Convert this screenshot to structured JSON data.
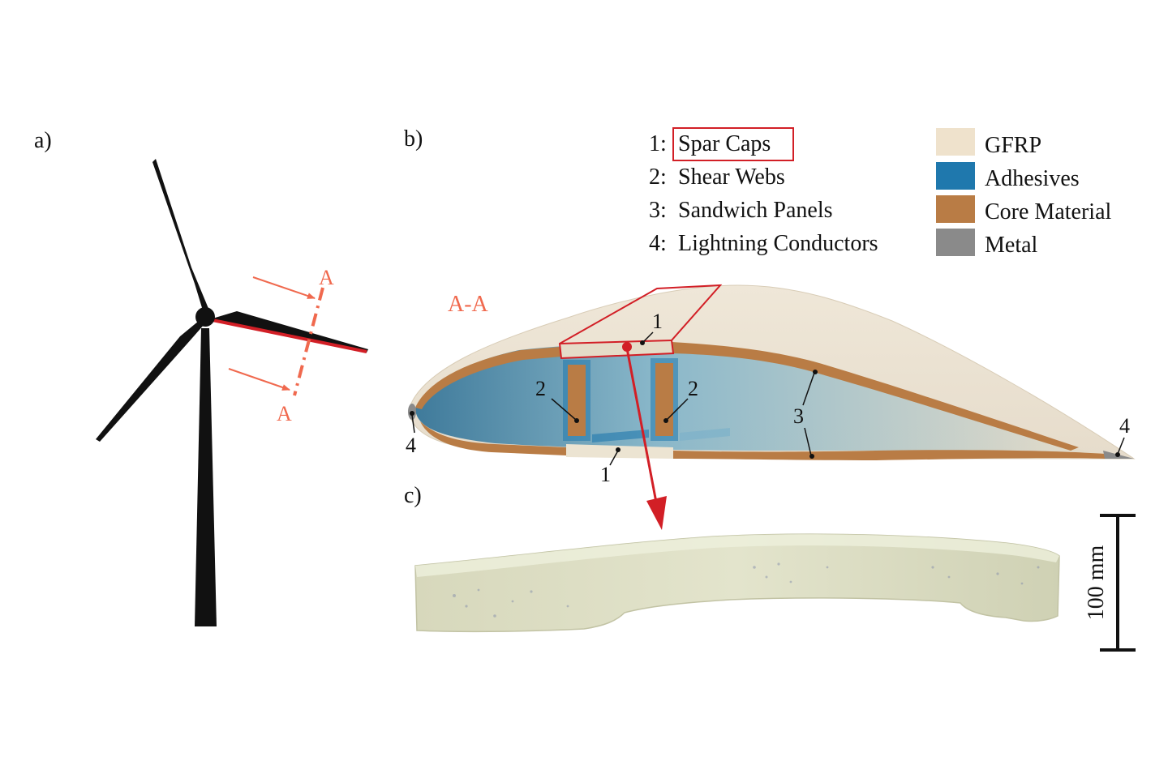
{
  "panels": {
    "a_label": "a)",
    "b_label": "b)",
    "c_label": "c)"
  },
  "section": {
    "marker_top": "A",
    "marker_bottom": "A",
    "title": "A-A"
  },
  "components": [
    {
      "number": "1:",
      "name": "Spar Caps",
      "highlighted": true
    },
    {
      "number": "2:",
      "name": "Shear Webs"
    },
    {
      "number": "3:",
      "name": "Sandwich Panels"
    },
    {
      "number": "4:",
      "name": "Lightning Conductors"
    }
  ],
  "materials": [
    {
      "name": "GFRP",
      "color": "#efe2cc"
    },
    {
      "name": "Adhesives",
      "color": "#1f78ad"
    },
    {
      "name": "Core Material",
      "color": "#b97c45"
    },
    {
      "name": "Metal",
      "color": "#8a8a8a"
    }
  ],
  "callouts": {
    "spar_cap_top": "1",
    "spar_cap_bottom": "1",
    "web_left": "2",
    "web_right": "2",
    "sandwich": "3",
    "conductor_left": "4",
    "conductor_right": "4"
  },
  "scale_bar": {
    "label": "100 mm"
  },
  "colors": {
    "section_accent": "#f0694e",
    "highlight_red": "#d21f26",
    "turbine": "#111111"
  }
}
